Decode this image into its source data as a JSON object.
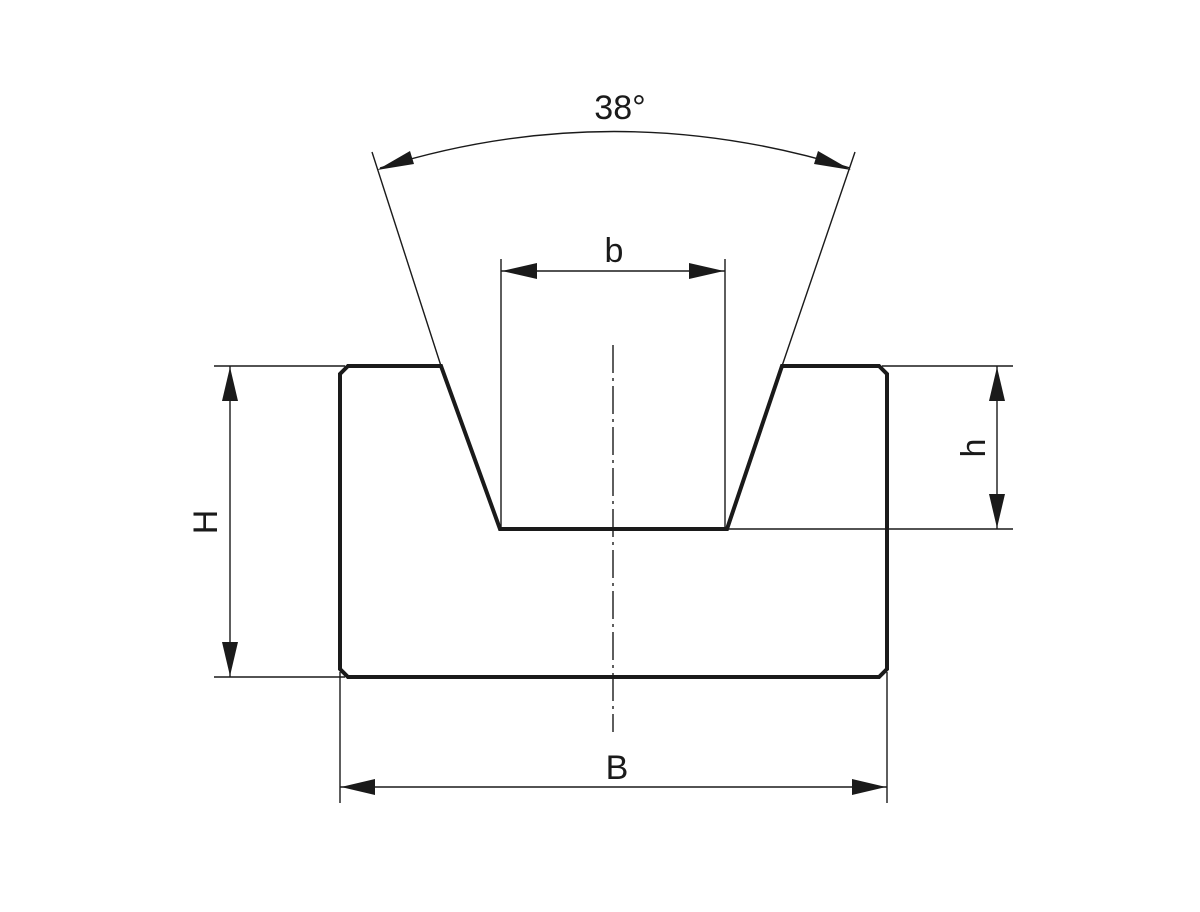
{
  "diagram": {
    "type": "technical-drawing",
    "subject": "V-groove / trapezoidal slot profile cross-section",
    "colors": {
      "line": "#1a1a1a",
      "background": "#ffffff"
    },
    "dimensions": {
      "angle": {
        "label": "38°"
      },
      "groove_bottom_width": {
        "label": "b"
      },
      "total_height": {
        "label": "H"
      },
      "groove_depth": {
        "label": "h"
      },
      "total_width": {
        "label": "B"
      }
    }
  }
}
